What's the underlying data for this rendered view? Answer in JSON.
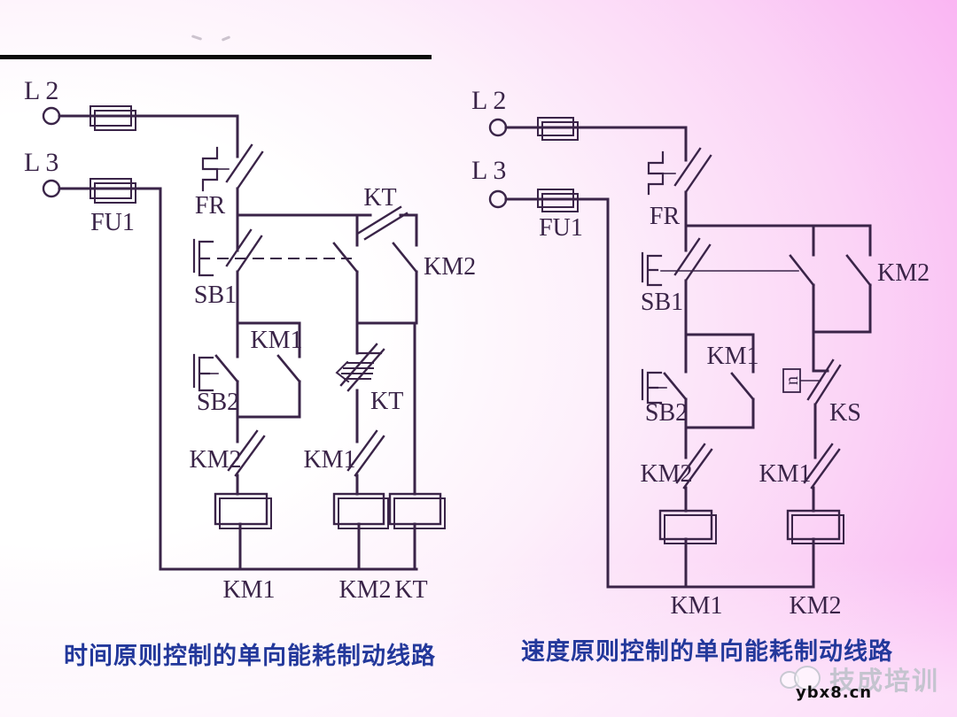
{
  "colors": {
    "line": "#3a2448",
    "caption": "#23389b",
    "background_pink": "#f89af0",
    "top_rule": "#0b0b0b",
    "watermark_gray": "#c4c4cf"
  },
  "left_circuit": {
    "caption": "时间原则控制的单向能耗制动线路",
    "labels": {
      "l2": "L2",
      "l3": "L3",
      "fu1": "FU1",
      "fr": "FR",
      "sb1": "SB1",
      "kt_top": "KT",
      "km2_parallel": "KM2",
      "km1_selfhold": "KM1",
      "sb2": "SB2",
      "kt_delay": "KT",
      "km2_interlock": "KM2",
      "km1_interlock": "KM1",
      "coil_km1": "KM1",
      "coil_km2": "KM2",
      "coil_kt": "KT"
    }
  },
  "right_circuit": {
    "caption": "速度原则控制的单向能耗制动线路",
    "labels": {
      "l2": "L2",
      "l3": "L3",
      "fu1": "FU1",
      "fr": "FR",
      "sb1": "SB1",
      "km2_parallel": "KM2",
      "km1_selfhold": "KM1",
      "sb2": "SB2",
      "speed_n": "n",
      "ks": "KS",
      "km2_interlock": "KM2",
      "km1_interlock": "KM1",
      "coil_km1": "KM1",
      "coil_km2": "KM2"
    }
  },
  "watermark": {
    "brand": "技成培训",
    "site": "ybx8.cn"
  }
}
